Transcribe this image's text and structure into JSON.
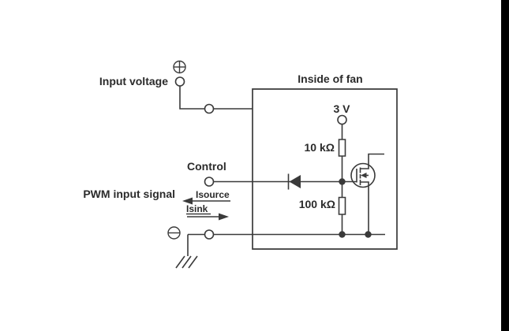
{
  "canvas": {
    "background": "#ffffff",
    "filmstrip_color": "#000000"
  },
  "colors": {
    "line": "#3a3a3a",
    "text": "#2b2b2b"
  },
  "icons": {
    "plus_terminal": "⊕",
    "minus_terminal": "⊖"
  },
  "labels": {
    "input_voltage": "Input voltage",
    "inside_of_fan": "Inside of fan",
    "supply_voltage": "3 V",
    "pullup_resistor": "10 kΩ",
    "pulldown_resistor": "100 kΩ",
    "control": "Control",
    "pwm_input_signal": "PWM input signal",
    "isource": "Isource",
    "isink": "Isink"
  }
}
